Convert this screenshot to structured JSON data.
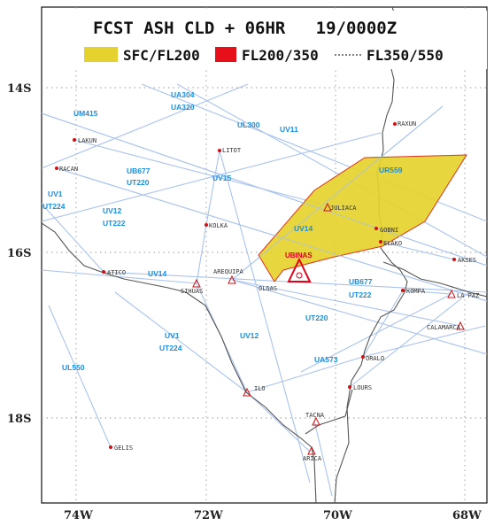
{
  "title": "FCST ASH CLD + 06HR   19/0000Z",
  "legend": [
    {
      "label": "SFC/FL200",
      "color": "#e5d22e"
    },
    {
      "label": "FL200/350",
      "color": "#e5101a"
    },
    {
      "label": "FL350/550",
      "color": "#555555"
    }
  ],
  "lat_labels": [
    "14S",
    "16S",
    "18S"
  ],
  "lon_labels": [
    "74W",
    "72W",
    "70W",
    "68W"
  ],
  "places": [
    "RAXUN",
    "LAKUN",
    "RACAN",
    "LITOT",
    "JULIACA",
    "KOLKA",
    "GOBNI",
    "ELAKO",
    "AKSES",
    "ATICO",
    "AREQUIPA",
    "SIHUAS",
    "OLGAS",
    "KOMPA",
    "LA PAZ",
    "CALAMARCA",
    "ORALO",
    "ILO",
    "LOURS",
    "TACNA",
    "ARICA",
    "GELIS"
  ],
  "routes": [
    "UA304",
    "UA320",
    "UM415",
    "UL300",
    "UV11",
    "UB677",
    "UT220",
    "UV15",
    "UR559",
    "UV1",
    "UT224",
    "UV12",
    "UT222",
    "UV14",
    "UB677",
    "UT222",
    "UT220",
    "UV1",
    "UT224",
    "UV12",
    "UA573",
    "UL550"
  ],
  "volcano": "UBINAS",
  "colors": {
    "ash_low": "#e5d22e",
    "ash_outline": "#d9361f",
    "volcano": "#e5001a",
    "routes": "#a9c3ee",
    "route_labels": "#1a8fe0"
  }
}
